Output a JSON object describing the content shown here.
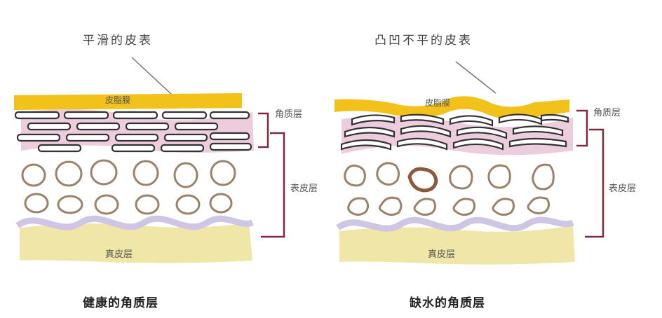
{
  "left": {
    "top_note": "平滑的皮表",
    "sebum_film": "皮脂膜",
    "stratum_corneum": "角质层",
    "epidermis": "表皮层",
    "dermis": "真皮层",
    "caption": "健康的角质层"
  },
  "right": {
    "top_note": "凸凹不平的皮表",
    "sebum_film": "皮脂膜",
    "stratum_corneum": "角质层",
    "epidermis": "表皮层",
    "dermis": "真皮层",
    "caption": "缺水的角质层"
  },
  "colors": {
    "sebum": "#f2c21b",
    "pink": "#ebc7d9",
    "cell_outline": "#9b826a",
    "cell_dark": "#8a5a3a",
    "basal_purple": "#cfc6e6",
    "dermis": "#efe6a8",
    "bracket": "#7d2a3e"
  }
}
